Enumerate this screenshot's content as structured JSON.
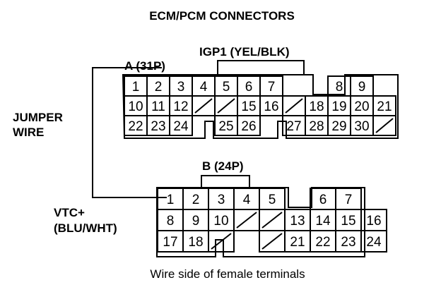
{
  "title": "ECM/PCM CONNECTORS",
  "igp1_label": "IGP1 (YEL/BLK)",
  "connector_a": {
    "label": "A (31P)",
    "rows": [
      [
        "1",
        "2",
        "3",
        "4",
        "5",
        "6",
        "7",
        "",
        "",
        "8",
        "9"
      ],
      [
        "10",
        "11",
        "12",
        "/",
        "/",
        "15",
        "16",
        "/",
        "18",
        "19",
        "20",
        "21"
      ],
      [
        "22",
        "23",
        "24",
        "",
        "25",
        "26",
        "",
        "27",
        "28",
        "29",
        "30",
        "/"
      ]
    ]
  },
  "connector_b": {
    "label": "B (24P)",
    "rows": [
      [
        "1",
        "2",
        "3",
        "4",
        "5",
        "",
        "6",
        "7"
      ],
      [
        "8",
        "9",
        "10",
        "/",
        "/",
        "13",
        "14",
        "15",
        "16"
      ],
      [
        "17",
        "18",
        "/",
        "",
        "/",
        "21",
        "22",
        "23",
        "24"
      ]
    ]
  },
  "jumper_label": [
    "JUMPER",
    "WIRE"
  ],
  "vtc_label": [
    "VTC+",
    "(BLU/WHT)"
  ],
  "caption": "Wire side of female terminals",
  "colors": {
    "line": "#000000",
    "background": "#ffffff"
  }
}
